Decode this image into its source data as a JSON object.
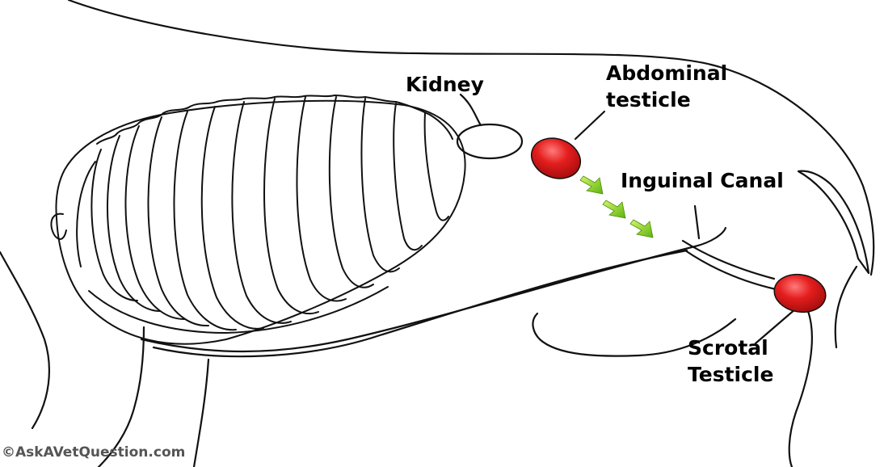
{
  "labels": {
    "kidney": "Kidney",
    "abdominal_line1": "Abdominal",
    "abdominal_line2": "testicle",
    "inguinal": "Inguinal Canal",
    "scrotal_line1": "Scrotal",
    "scrotal_line2": "Testicle"
  },
  "copyright": "©AskAVetQuestion.com",
  "colors": {
    "testicle": "#e31b1b",
    "testicle_highlight": "#ff6a6a",
    "arrow": "#8fd61e",
    "outline": "#111111",
    "copyright": "#555555"
  }
}
